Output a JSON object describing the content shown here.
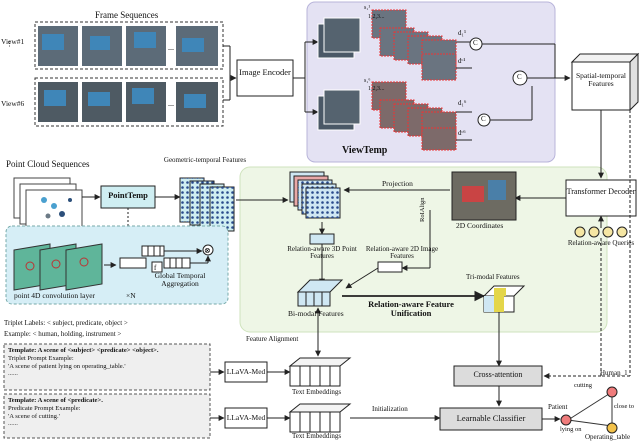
{
  "frame_sequences": {
    "title": "Frame Sequences",
    "view1": "View#1",
    "view6": "View#6"
  },
  "image_encoder": "Image Encoder",
  "viewtemp": {
    "title": "ViewTemp",
    "s_top": "s₁¹",
    "s_bottom": "s₁⁶",
    "seq_label": "1,2,3...",
    "d1_top": "d₁¹",
    "dc_top": "dᶜ¹",
    "d1_bottom": "d₁⁶",
    "dc_bottom": "dᶜ⁶",
    "concat_symbol": "C"
  },
  "spatial_temporal": "Spatial-temporal Features",
  "transformer_decoder": "Transformer Decoder",
  "relation_queries": "Relation-aware Queries",
  "point_cloud": {
    "title": "Point Cloud Sequences",
    "pointtemp": "PointTemp",
    "geo_features": "Geometric-temporal Features",
    "conv_label": "point 4D convolution layer",
    "times_n": "×N",
    "gta": "Global Temporal Aggregation"
  },
  "fusion": {
    "projection": "Projection",
    "coords": "2D Coordinates",
    "roialign": "RoIAlign",
    "rel3d": "Relation-aware 3D Point Features",
    "rel2d": "Relation-aware 2D Image Features",
    "trimodal": "Tri-modal Features",
    "bimodal": "Bi-modal Features",
    "unification": "Relation-aware Feature Unification"
  },
  "triplet": {
    "labels": "Triplet Labels: < subject, predicate, object >",
    "example": "Example: < human, holding, instrument >"
  },
  "template1": {
    "heading": "Template: A scene of <subject> <predicate> <object>.",
    "example_label": "Triplet Prompt Example:",
    "example": "'A scene of patient lying on operating_table.'",
    "dots": "......"
  },
  "template2": {
    "heading": "Template: A scene of <predicate>.",
    "example_label": "Predicate Prompt Example:",
    "example": "'A scene of cutting.'",
    "dots": "......"
  },
  "llava1": "LLaVA-Med",
  "llava2": "LLaVA-Med",
  "text_emb1": "Text Embeddings",
  "text_emb2": "Text Embeddings",
  "feature_alignment": "Feature Alignment",
  "initialization": "Initialization",
  "cross_attention": "Cross-attention",
  "learnable_classifier": "Learnable Classifier",
  "graph": {
    "human": "Human_1",
    "patient": "Patient",
    "table": "Operating_table",
    "cutting": "cutting",
    "close_to": "close to",
    "lying_on": "lying on"
  }
}
